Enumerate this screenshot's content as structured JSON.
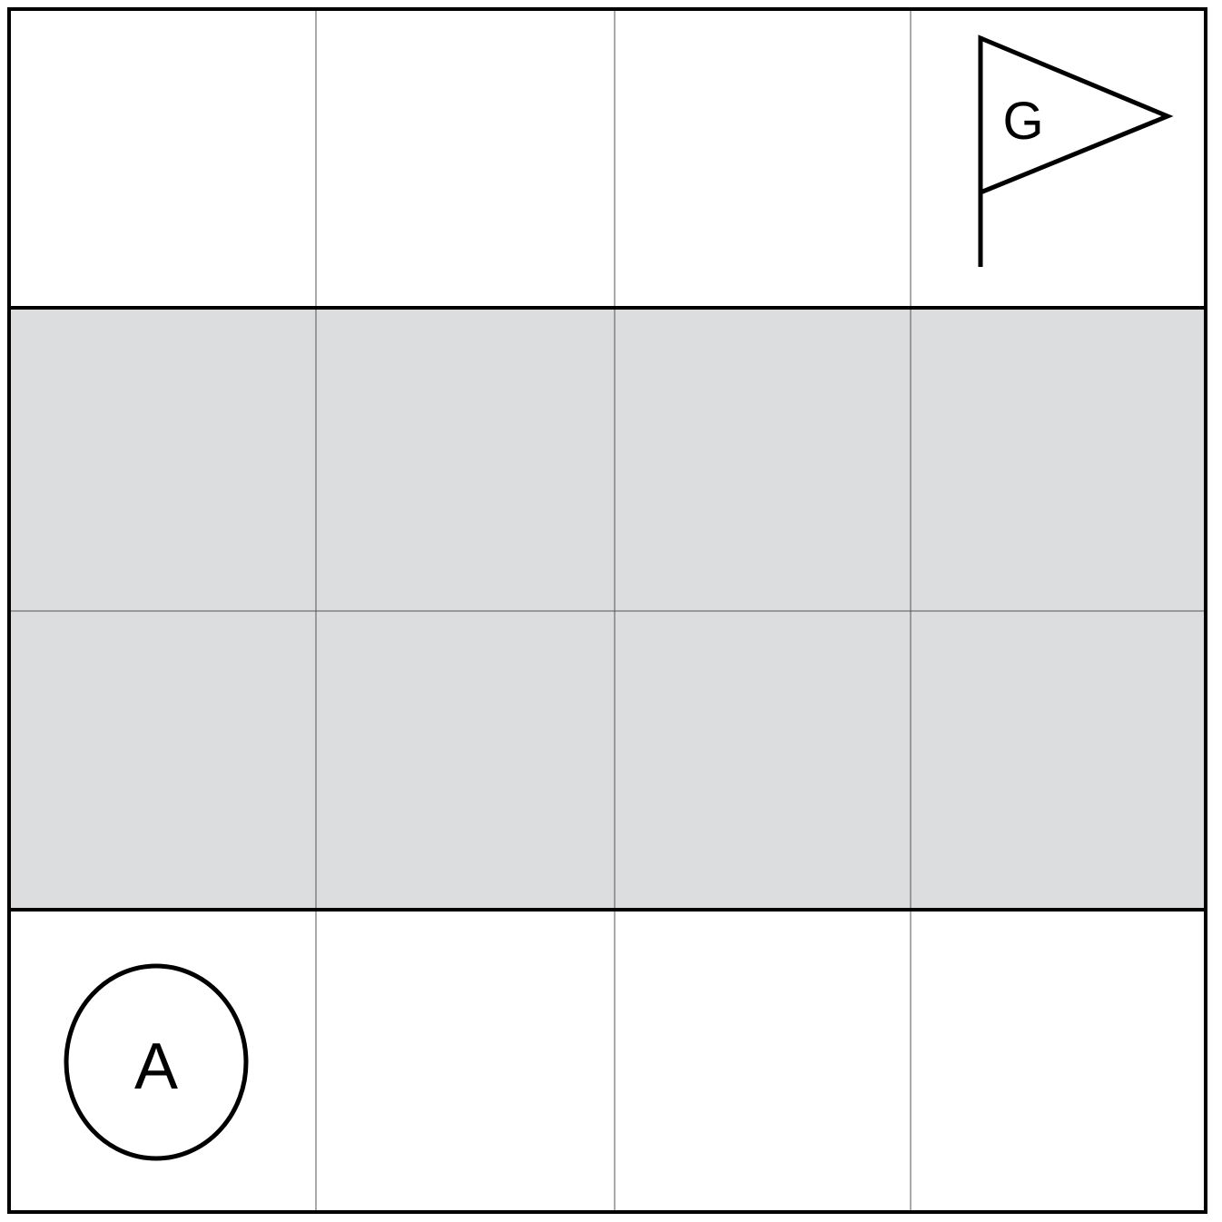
{
  "grid": {
    "rows": 4,
    "cols": 4,
    "shaded_rows": [
      2,
      3
    ],
    "colors": {
      "background": "#ffffff",
      "shaded": "#dcdddf",
      "line": "#000000",
      "thin_line": "#555555"
    }
  },
  "agent": {
    "label": "A",
    "cell": {
      "row": 4,
      "col": 1
    }
  },
  "goal": {
    "label": "G",
    "icon": "flag-icon",
    "cell": {
      "row": 1,
      "col": 4
    }
  }
}
